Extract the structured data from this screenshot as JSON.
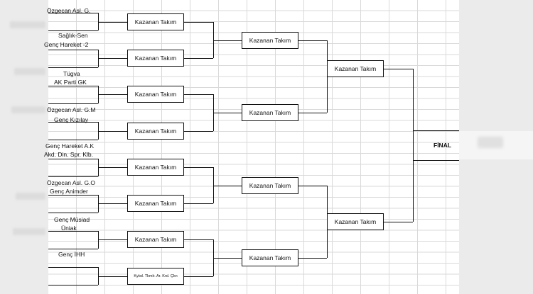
{
  "teams": [
    "Özgecan Asl. G.",
    "Sağlık-Sen",
    "Genç Hareket -2",
    "Tügva",
    "AK Parti GK",
    "Özgecan Asl. G.M",
    "Genç Kızılay",
    "Genç Hareket A.K",
    "Akd. Din. Spr. Klb.",
    "Özgecan Asl. G.O",
    "Genç Animder",
    "Genç Müsiad",
    "Üniak",
    "Genç İHH"
  ],
  "round1": [
    "Kazanan Takım",
    "Kazanan Takım",
    "Kazanan Takım",
    "Kazanan Takım",
    "Kazanan Takım",
    "Kazanan Takım",
    "Kazanan Takım",
    "Kybd. Tkmlr. Ar. Krd. Çkn"
  ],
  "round2": [
    "Kazanan Takım",
    "Kazanan Takım",
    "Kazanan Takım",
    "Kazanan Takım"
  ],
  "round3": [
    "Kazanan Takım",
    "Kazanan Takım"
  ],
  "final_label": "FİNAL"
}
